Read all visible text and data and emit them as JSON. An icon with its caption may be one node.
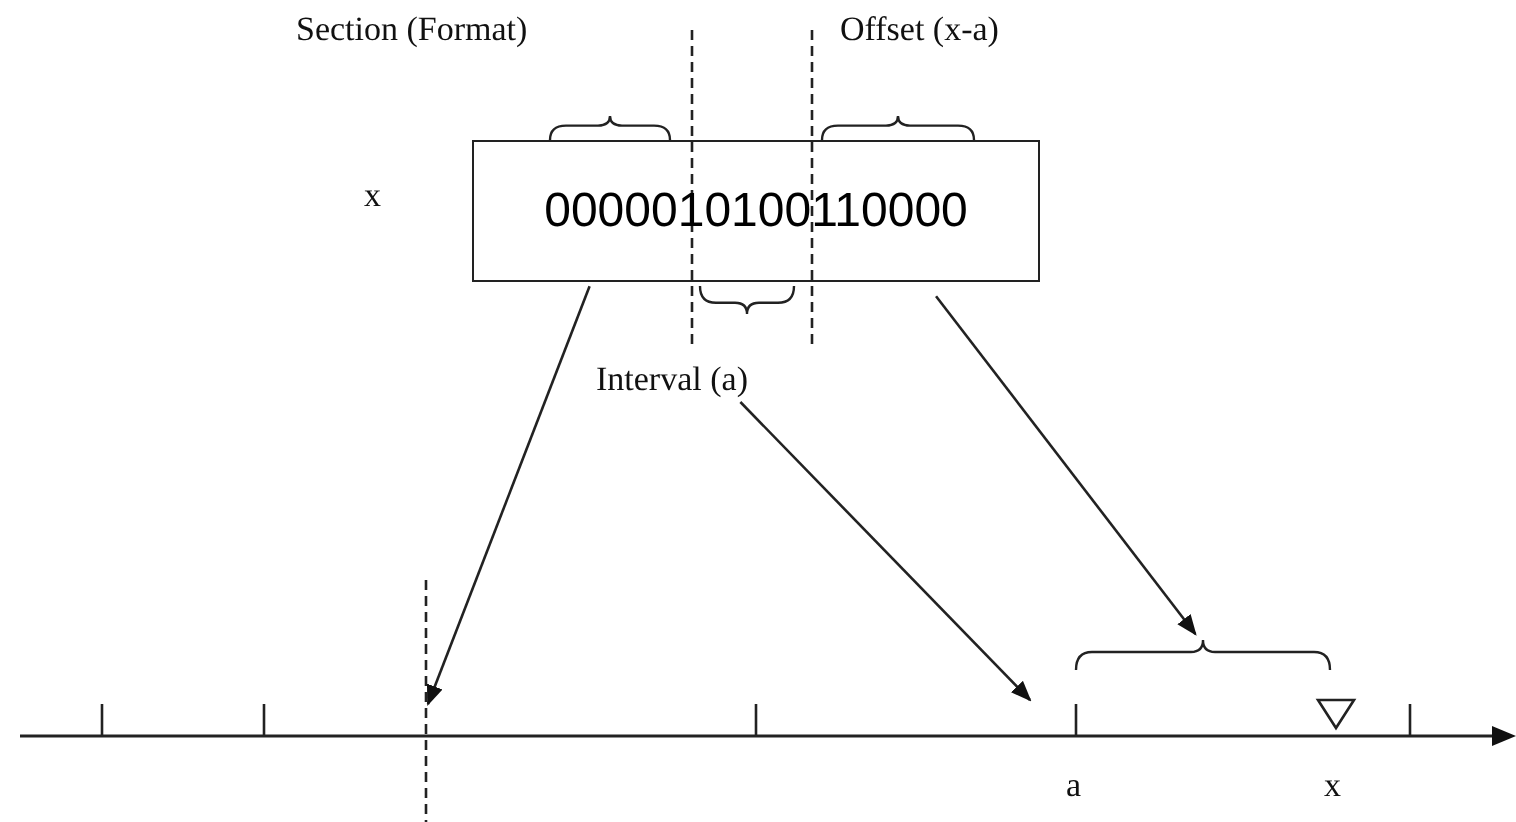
{
  "diagram": {
    "nodes": [
      {
        "text": [
          "0000010100110000"
        ],
        "beside": [
          "x"
        ]
      },
      {
        "text": [
          "Interval (a)"
        ]
      },
      {
        "text": [],
        "shape": "brace"
      }
    ],
    "edges": [
      {
        "from": 0,
        "to": null,
        "arrow": "to"
      },
      {
        "from": 1,
        "to": null,
        "arrow": "to"
      },
      {
        "from": 0,
        "to": 2,
        "arrow": "to"
      }
    ],
    "labels": [
      "Section (Format)",
      "Offset (x-a)",
      "a",
      "x"
    ]
  }
}
